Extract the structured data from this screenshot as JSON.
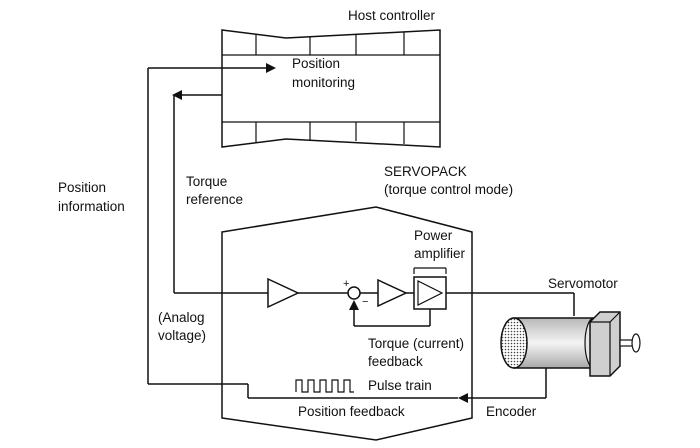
{
  "labels": {
    "host_controller": "Host controller",
    "position_monitoring_line1": "Position",
    "position_monitoring_line2": "monitoring",
    "servopack_line1": "SERVOPACK",
    "servopack_line2": "(torque control mode)",
    "torque_reference_line1": "Torque",
    "torque_reference_line2": "reference",
    "position_information_line1": "Position",
    "position_information_line2": "information",
    "analog_voltage_line1": "(Analog",
    "analog_voltage_line2": "voltage)",
    "power_amplifier_line1": "Power",
    "power_amplifier_line2": "amplifier",
    "summing_plus": "+",
    "summing_minus": "−",
    "torque_feedback_line1": "Torque (current)",
    "torque_feedback_line2": "feedback",
    "servomotor": "Servomotor",
    "pulse_train": "Pulse train",
    "position_feedback": "Position feedback",
    "encoder": "Encoder"
  },
  "icons": {
    "motor": "servomotor-icon",
    "pulse": "pulse-train-icon",
    "amplifier": "triangle-amplifier-icon"
  },
  "colors": {
    "ink": "#111111",
    "background": "#ffffff",
    "motor_shade": "#d0d0d0"
  }
}
